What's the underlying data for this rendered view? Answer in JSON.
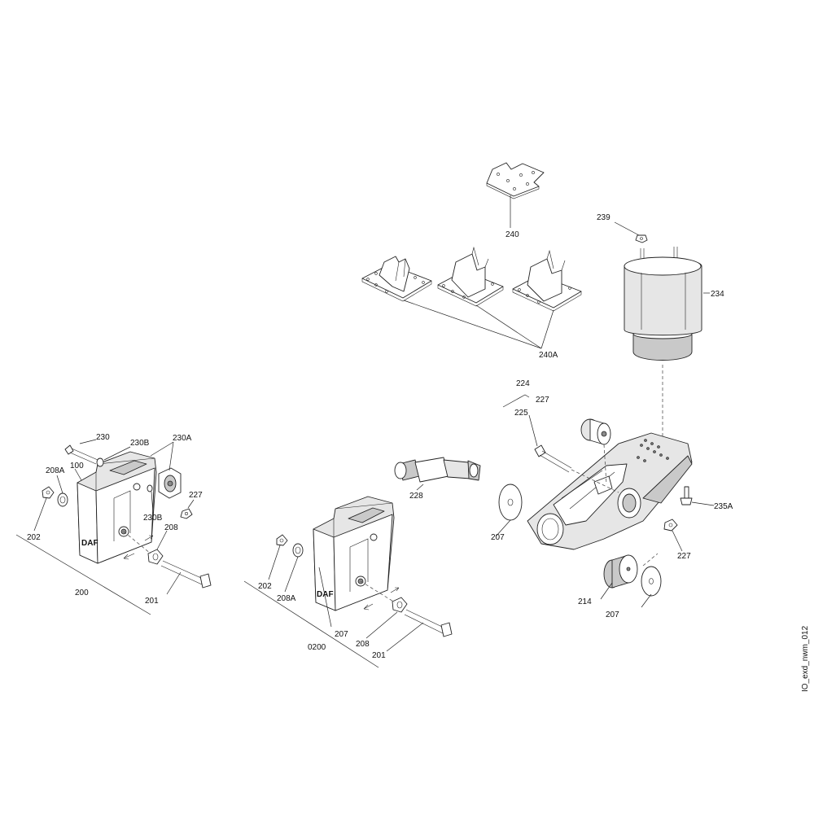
{
  "drawing_id": "IO_exd_nwm_012",
  "callouts": {
    "plate_240": "240",
    "brackets_240A": "240A",
    "nut_239": "239",
    "airspring_234": "234",
    "group_224": "224",
    "nut_227_top": "227",
    "bolt_225": "225",
    "bolt_235A": "235A",
    "nut_227_right": "227",
    "washer_207_left": "207",
    "bush_214": "214",
    "washer_207_right": "207",
    "absorber_228": "228",
    "bolt_230": "230",
    "bush_230B_top": "230B",
    "bush_230A": "230A",
    "washer_208A_left": "208A",
    "hanger_100": "100",
    "nut_227_left": "227",
    "bush_230B_mid": "230B",
    "nut_202_left": "202",
    "washer_208_left": "208",
    "assembly_200": "200",
    "bolt_201_left": "201",
    "nut_202_mid": "202",
    "washer_208A_mid": "208A",
    "washer_207_mid": "207",
    "assembly_0200": "0200",
    "washer_208_mid": "208",
    "bolt_201_mid": "201"
  },
  "hanger_mark": "DAF"
}
